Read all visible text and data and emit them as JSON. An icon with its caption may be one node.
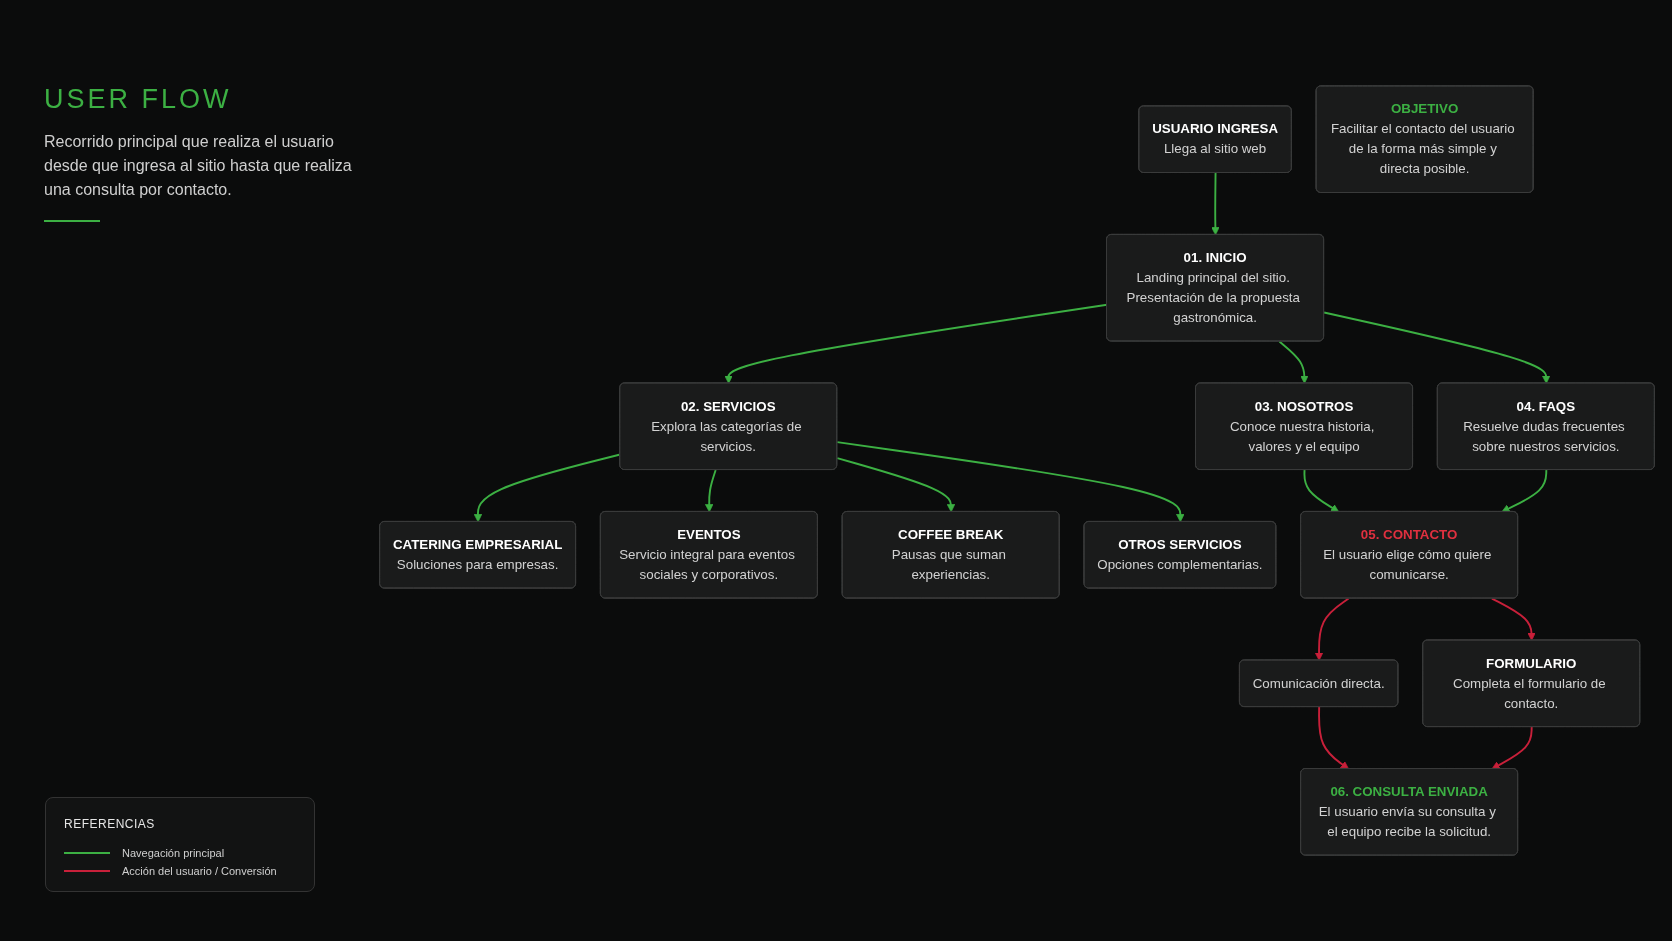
{
  "diagram": {
    "title": "USER FLOW",
    "nodes": [
      {
        "text": [
          "USUARIO INGRESA",
          "Llega al sitio web"
        ]
      },
      {
        "text": [
          "01. INICIO",
          "Landing principal del sitio. Presentación de la propuesta gastronómica."
        ]
      },
      {
        "text": [
          "02. SERVICIOS",
          "Explora las categorías de servicios."
        ]
      },
      {
        "text": [
          "03. NOSOTROS",
          "Conoce nuestra historia, valores y el equipo"
        ]
      },
      {
        "text": [
          "04. FAQS",
          "Resuelve dudas frecuentes sobre nuestros servicios."
        ]
      },
      {
        "text": [
          "CATERING EMPRESARIAL",
          "Soluciones para empresas."
        ]
      },
      {
        "text": [
          "EVENTOS",
          "Servicio integral para eventos sociales y corporativos."
        ]
      },
      {
        "text": [
          "COFFEE BREAK",
          "Pausas que suman experiencias."
        ]
      },
      {
        "text": [
          "OTROS SERVICIOS",
          "Opciones complementarias."
        ]
      },
      {
        "text": [
          "05. CONTACTO",
          "El usuario elige cómo quiere comunicarse."
        ]
      },
      {
        "text": [
          "Comunicación directa."
        ]
      },
      {
        "text": [
          "FORMULARIO",
          "Completa el formulario de contacto."
        ]
      },
      {
        "text": [
          "06. CONSULTA ENVIADA",
          "El usuario envía su consulta y el equipo recibe la solicitud."
        ]
      },
      {
        "text": [
          "OBJETIVO",
          "Facilitar el contacto del usuario de la forma más simple y directa posible."
        ]
      }
    ],
    "edges": [
      {
        "from": 0,
        "to": 1,
        "arrow": "to"
      },
      {
        "from": 1,
        "to": 2,
        "arrow": "to"
      },
      {
        "from": 1,
        "to": 3,
        "arrow": "to"
      },
      {
        "from": 1,
        "to": 4,
        "arrow": "to"
      },
      {
        "from": 2,
        "to": 5,
        "arrow": "to"
      },
      {
        "from": 2,
        "to": 6,
        "arrow": "to"
      },
      {
        "from": 2,
        "to": 7,
        "arrow": "to"
      },
      {
        "from": 2,
        "to": 8,
        "arrow": "to"
      },
      {
        "from": 3,
        "to": 9,
        "arrow": "to"
      },
      {
        "from": 4,
        "to": 9,
        "arrow": "to"
      },
      {
        "from": 9,
        "to": 10,
        "arrow": "to",
        "color": "#c8203a"
      },
      {
        "from": 9,
        "to": 11,
        "arrow": "to",
        "color": "#c8203a"
      },
      {
        "from": 10,
        "to": 12,
        "arrow": "to",
        "color": "#c8203a"
      },
      {
        "from": 11,
        "to": 12,
        "arrow": "to",
        "color": "#c8203a"
      }
    ],
    "labels": [
      "Recorrido principal que realiza el usuario desde que ingresa al sitio hasta que realiza una consulta por contacto.",
      "REFERENCIAS"
    ],
    "legend": [
      {
        "text": "Navegación principal"
      },
      {
        "text": "Acción del usuario / Conversión"
      }
    ]
  }
}
